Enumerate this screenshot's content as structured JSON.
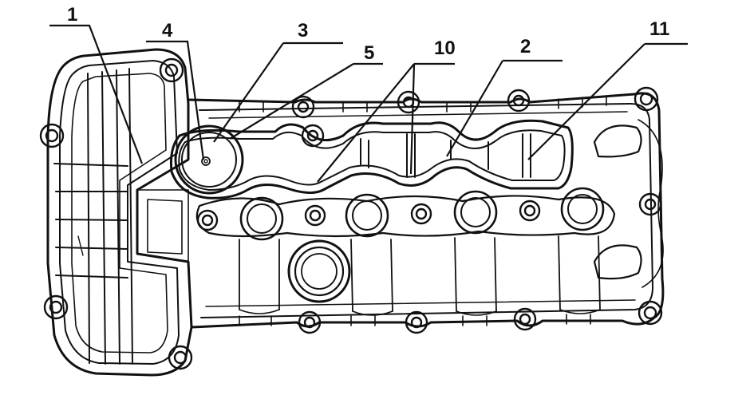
{
  "figure": {
    "background": "#ffffff",
    "line_color": "#111111",
    "callouts": [
      {
        "id": "c1",
        "label": "1"
      },
      {
        "id": "c4",
        "label": "4"
      },
      {
        "id": "c3",
        "label": "3"
      },
      {
        "id": "c5",
        "label": "5"
      },
      {
        "id": "c10",
        "label": "10"
      },
      {
        "id": "c2",
        "label": "2"
      },
      {
        "id": "c11",
        "label": "11"
      }
    ]
  }
}
